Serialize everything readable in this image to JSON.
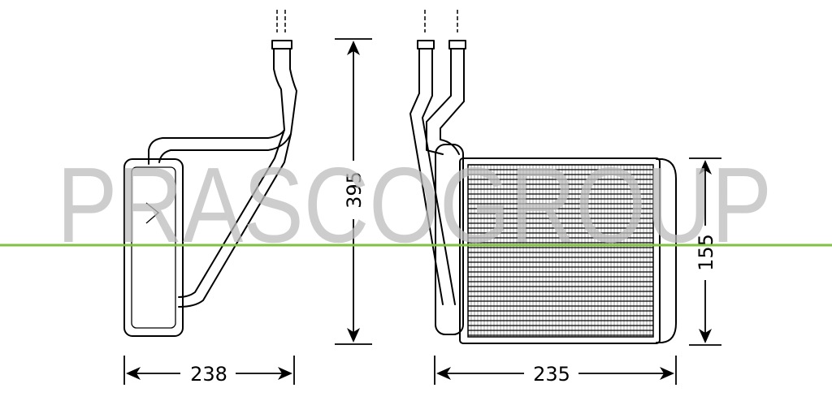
{
  "watermark": {
    "text": "PRASCOGROUP",
    "color": "#bdbdbd"
  },
  "guide_line_color": "#7fc241",
  "dimensions": {
    "side_width": "238",
    "height": "395",
    "front_width": "235",
    "core_height": "155"
  }
}
